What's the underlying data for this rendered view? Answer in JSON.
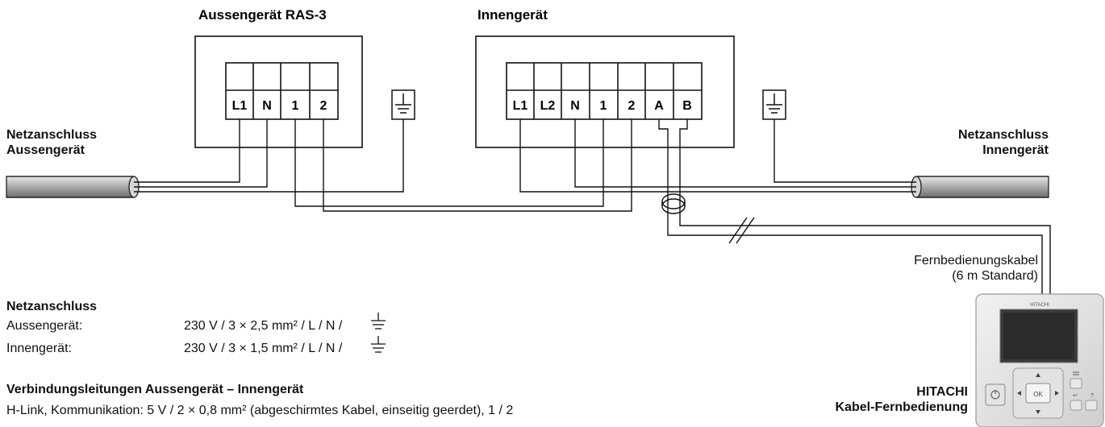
{
  "outdoor_unit": {
    "title": "Aussengerät RAS-3",
    "terminals": [
      "L1",
      "N",
      "1",
      "2"
    ]
  },
  "indoor_unit": {
    "title": "Innengerät",
    "terminals": [
      "L1",
      "L2",
      "N",
      "1",
      "2",
      "A",
      "B"
    ]
  },
  "power_outdoor_label": [
    "Netzanschluss",
    "Aussengerät"
  ],
  "power_indoor_label": [
    "Netzanschluss",
    "Innengerät"
  ],
  "remote_cable_label": [
    "Fernbedienungskabel",
    "(6 m Standard)"
  ],
  "remote": {
    "brand": "HITACHI",
    "name": "Kabel-Fernbedienung",
    "device_brand": "HITACHI",
    "ok_label": "OK"
  },
  "specs": {
    "power_title": "Netzanschluss",
    "rows": [
      {
        "label": "Aussengerät:",
        "value": "230 V / 3 × 2,5 mm² / L / N /"
      },
      {
        "label": "Innengerät:",
        "value": "230 V / 3 × 1,5 mm² / L / N /"
      }
    ],
    "connection_title": "Verbindungsleitungen Aussengerät – Innengerät",
    "connection_text": "H-Link, Kommunikation:  5 V / 2 × 0,8 mm² (abgeschirmtes Kabel, einseitig geerdet), 1 / 2"
  }
}
